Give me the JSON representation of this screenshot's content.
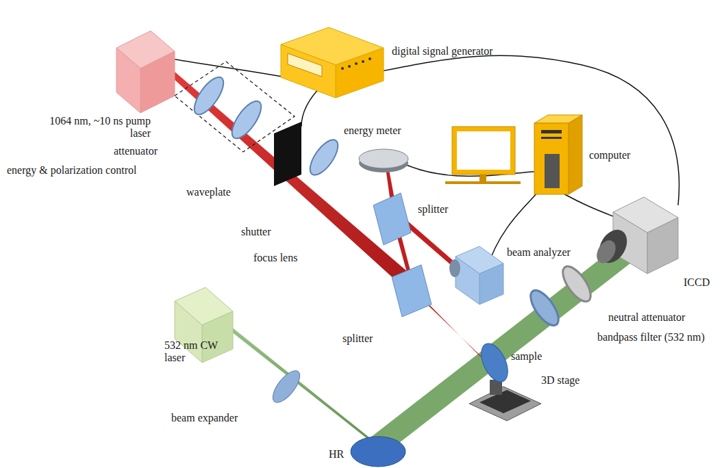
{
  "diagram": {
    "labels": [
      "digital signal generator",
      "1064 nm, ~10 ns pump laser",
      "attenuator",
      "energy & polarization control",
      "waveplate",
      "energy meter",
      "computer",
      "splitter",
      "shutter",
      "focus lens",
      "beam analyzer",
      "ICCD",
      "neutral attenuator",
      "532 nm CW laser",
      "splitter",
      "bandpass filter (532 nm)",
      "sample",
      "3D stage",
      "beam expander",
      "HR"
    ]
  }
}
